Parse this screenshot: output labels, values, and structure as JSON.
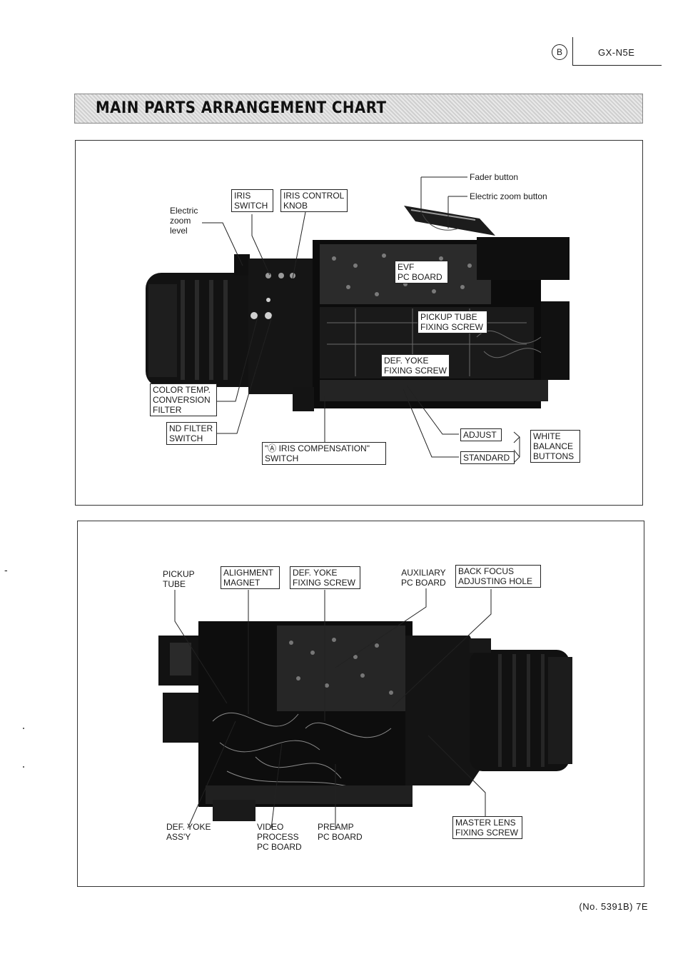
{
  "header": {
    "circle_letter": "B",
    "model": "GX-N5E"
  },
  "title": "MAIN PARTS ARRANGEMENT CHART",
  "panel1": {
    "labels": {
      "fader_button": "Fader button",
      "electric_zoom_button": "Electric zoom button",
      "electric_zoom_level": "Electric\nzoom\nlevel",
      "iris_switch": "IRIS\nSWITCH",
      "iris_control_knob": "IRIS CONTROL\nKNOB",
      "color_temp": "COLOR TEMP.\nCONVERSION\nFILTER",
      "nd_filter": "ND FILTER\nSWITCH",
      "iris_compensation": "\"Ⓐ IRIS COMPENSATION\"\nSWITCH",
      "adjust": "ADJUST",
      "standard": "STANDARD",
      "white_balance": "WHITE\nBALANCE\nBUTTONS",
      "evf_board": "EVF\nPC BOARD",
      "pickup_tube_screw": "PICKUP TUBE\nFIXING SCREW",
      "def_yoke_screw": "DEF. YOKE\nFIXING SCREW"
    }
  },
  "panel2": {
    "labels": {
      "pickup_tube": "PICKUP\nTUBE",
      "alighment_magnet": "ALIGHMENT\nMAGNET",
      "def_yoke_fixing": "DEF. YOKE\nFIXING SCREW",
      "auxiliary_board": "AUXILIARY\nPC BOARD",
      "back_focus": "BACK FOCUS\nADJUSTING HOLE",
      "def_yoke_assy": "DEF. YOKE\nASS'Y",
      "video_process": "VIDEO\nPROCESS\nPC BOARD",
      "preamp": "PREAMP\nPC BOARD",
      "master_lens": "MASTER LENS\nFIXING SCREW"
    }
  },
  "page_number": "(No. 5391B) 7E",
  "colors": {
    "ink": "#1a1a1a",
    "photo": "#0c0c0c",
    "title_bg": "#dcdcdc"
  }
}
